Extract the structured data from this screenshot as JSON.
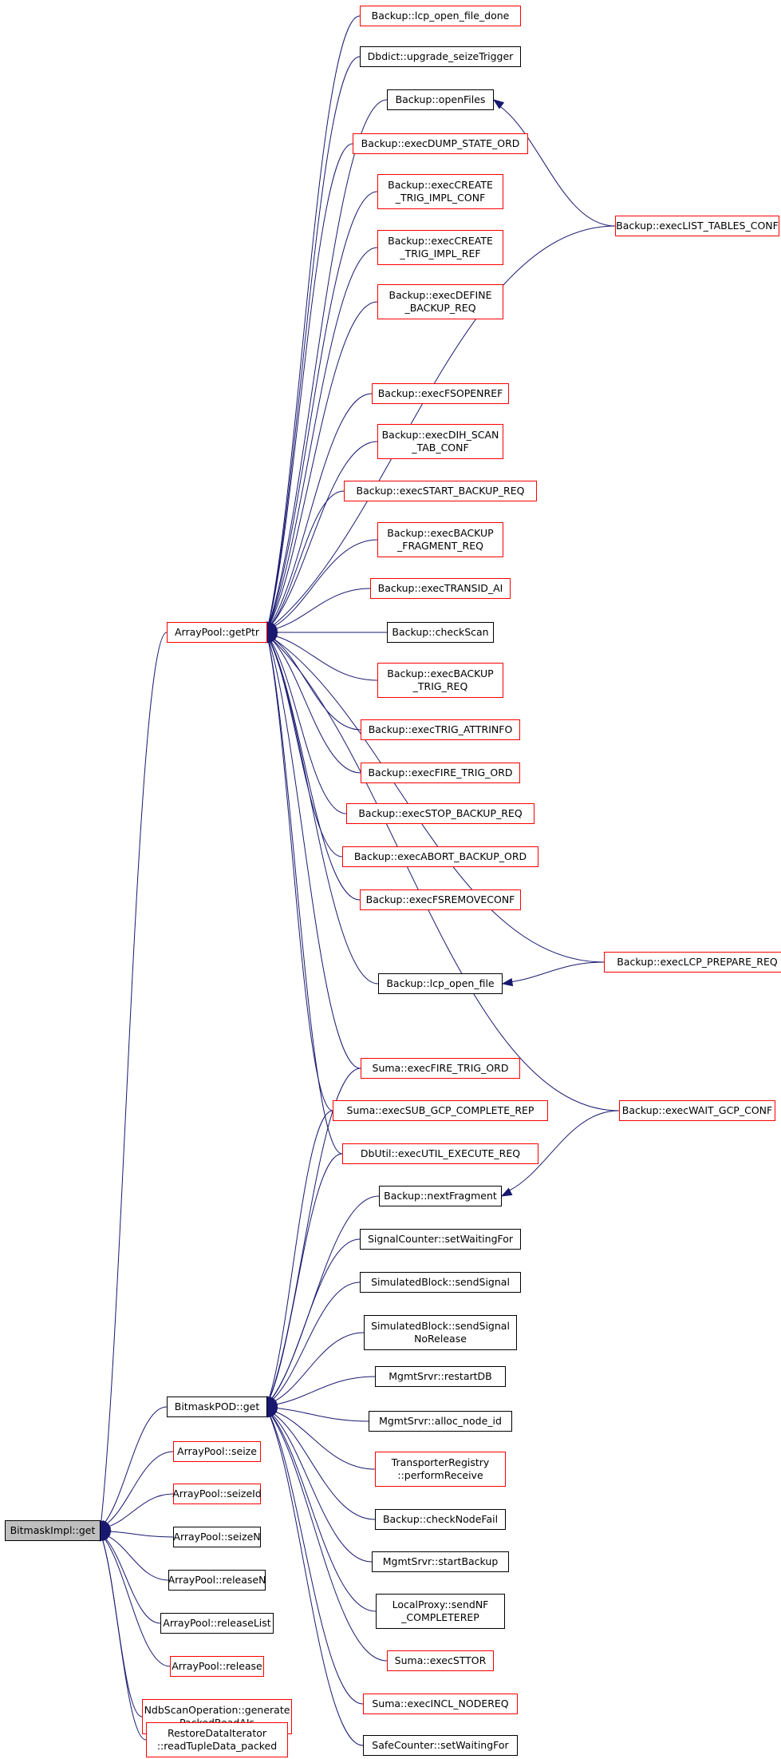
{
  "graph": {
    "edge_color": "#191970",
    "highlight_border": "#ff0000",
    "normal_border": "#000000",
    "root_fill": "#bfbfbf",
    "nodes": [
      {
        "id": "root",
        "label": "BitmaskImpl::get",
        "style": "root"
      },
      {
        "id": "getPtr",
        "label": "ArrayPool::getPtr",
        "style": "red"
      },
      {
        "id": "bpodGet",
        "label": "BitmaskPOD::get",
        "style": "black"
      },
      {
        "id": "lcpOpenFileDone",
        "label": "Backup::lcp_open_file_done",
        "style": "red"
      },
      {
        "id": "dbdictUpgrade",
        "label": "Dbdict::upgrade_seizeTrigger",
        "style": "black"
      },
      {
        "id": "openFiles",
        "label": "Backup::openFiles",
        "style": "black"
      },
      {
        "id": "dumpState",
        "label": "Backup::execDUMP_STATE_ORD",
        "style": "red"
      },
      {
        "id": "createTrigConf",
        "label": "Backup::execCREATE\n_TRIG_IMPL_CONF",
        "style": "red"
      },
      {
        "id": "createTrigRef",
        "label": "Backup::execCREATE\n_TRIG_IMPL_REF",
        "style": "red"
      },
      {
        "id": "defineBackup",
        "label": "Backup::execDEFINE\n_BACKUP_REQ",
        "style": "red"
      },
      {
        "id": "fsOpenRef",
        "label": "Backup::execFSOPENREF",
        "style": "red"
      },
      {
        "id": "dihScan",
        "label": "Backup::execDIH_SCAN\n_TAB_CONF",
        "style": "red"
      },
      {
        "id": "startBackup",
        "label": "Backup::execSTART_BACKUP_REQ",
        "style": "red"
      },
      {
        "id": "backupFrag",
        "label": "Backup::execBACKUP\n_FRAGMENT_REQ",
        "style": "red"
      },
      {
        "id": "transidAi",
        "label": "Backup::execTRANSID_AI",
        "style": "red"
      },
      {
        "id": "checkScan",
        "label": "Backup::checkScan",
        "style": "black"
      },
      {
        "id": "backupTrig",
        "label": "Backup::execBACKUP\n_TRIG_REQ",
        "style": "red"
      },
      {
        "id": "trigAttr",
        "label": "Backup::execTRIG_ATTRINFO",
        "style": "red"
      },
      {
        "id": "fireTrig",
        "label": "Backup::execFIRE_TRIG_ORD",
        "style": "red"
      },
      {
        "id": "stopBackup",
        "label": "Backup::execSTOP_BACKUP_REQ",
        "style": "red"
      },
      {
        "id": "abortBackup",
        "label": "Backup::execABORT_BACKUP_ORD",
        "style": "red"
      },
      {
        "id": "fsRemove",
        "label": "Backup::execFSREMOVECONF",
        "style": "red"
      },
      {
        "id": "lcpOpenFile",
        "label": "Backup::lcp_open_file",
        "style": "black"
      },
      {
        "id": "sumaFire",
        "label": "Suma::execFIRE_TRIG_ORD",
        "style": "red"
      },
      {
        "id": "sumaSubGcp",
        "label": "Suma::execSUB_GCP_COMPLETE_REP",
        "style": "red"
      },
      {
        "id": "dbutil",
        "label": "DbUtil::execUTIL_EXECUTE_REQ",
        "style": "red"
      },
      {
        "id": "nextFrag",
        "label": "Backup::nextFragment",
        "style": "black"
      },
      {
        "id": "sigCounter",
        "label": "SignalCounter::setWaitingFor",
        "style": "black"
      },
      {
        "id": "sendSignal",
        "label": "SimulatedBlock::sendSignal",
        "style": "black"
      },
      {
        "id": "sendSignalNR",
        "label": "SimulatedBlock::sendSignal\nNoRelease",
        "style": "black"
      },
      {
        "id": "restartDb",
        "label": "MgmtSrvr::restartDB",
        "style": "black"
      },
      {
        "id": "allocNode",
        "label": "MgmtSrvr::alloc_node_id",
        "style": "black"
      },
      {
        "id": "transReg",
        "label": "TransporterRegistry\n::performReceive",
        "style": "red"
      },
      {
        "id": "checkNodeFail",
        "label": "Backup::checkNodeFail",
        "style": "black"
      },
      {
        "id": "mgmStartBackup",
        "label": "MgmtSrvr::startBackup",
        "style": "black"
      },
      {
        "id": "localProxy",
        "label": "LocalProxy::sendNF\n_COMPLETEREP",
        "style": "black"
      },
      {
        "id": "sumaSttor",
        "label": "Suma::execSTTOR",
        "style": "red"
      },
      {
        "id": "sumaIncl",
        "label": "Suma::execINCL_NODEREQ",
        "style": "red"
      },
      {
        "id": "safeCounter",
        "label": "SafeCounter::setWaitingFor",
        "style": "black"
      },
      {
        "id": "listTables",
        "label": "Backup::execLIST_TABLES_CONF",
        "style": "red"
      },
      {
        "id": "lcpPrepare",
        "label": "Backup::execLCP_PREPARE_REQ",
        "style": "red"
      },
      {
        "id": "waitGcp",
        "label": "Backup::execWAIT_GCP_CONF",
        "style": "red"
      },
      {
        "id": "seize",
        "label": "ArrayPool::seize",
        "style": "red"
      },
      {
        "id": "seizeId",
        "label": "ArrayPool::seizeId",
        "style": "red"
      },
      {
        "id": "seizeN",
        "label": "ArrayPool::seizeN",
        "style": "black"
      },
      {
        "id": "releaseN",
        "label": "ArrayPool::releaseN",
        "style": "black"
      },
      {
        "id": "releaseList",
        "label": "ArrayPool::releaseList",
        "style": "black"
      },
      {
        "id": "release",
        "label": "ArrayPool::release",
        "style": "red"
      },
      {
        "id": "ndbScan",
        "label": "NdbScanOperation::generate\nPackedReadAIs",
        "style": "red"
      },
      {
        "id": "restoreData",
        "label": "RestoreDataIterator\n::readTupleData_packed",
        "style": "red"
      }
    ],
    "edges": [
      {
        "from": "getPtr",
        "to": "root"
      },
      {
        "from": "bpodGet",
        "to": "root"
      },
      {
        "from": "seize",
        "to": "root"
      },
      {
        "from": "seizeId",
        "to": "root"
      },
      {
        "from": "seizeN",
        "to": "root"
      },
      {
        "from": "releaseN",
        "to": "root"
      },
      {
        "from": "releaseList",
        "to": "root"
      },
      {
        "from": "release",
        "to": "root"
      },
      {
        "from": "ndbScan",
        "to": "root"
      },
      {
        "from": "restoreData",
        "to": "root"
      },
      {
        "from": "lcpOpenFileDone",
        "to": "getPtr"
      },
      {
        "from": "dbdictUpgrade",
        "to": "getPtr"
      },
      {
        "from": "openFiles",
        "to": "getPtr"
      },
      {
        "from": "dumpState",
        "to": "getPtr"
      },
      {
        "from": "createTrigConf",
        "to": "getPtr"
      },
      {
        "from": "createTrigRef",
        "to": "getPtr"
      },
      {
        "from": "defineBackup",
        "to": "getPtr"
      },
      {
        "from": "listTables",
        "to": "getPtr"
      },
      {
        "from": "fsOpenRef",
        "to": "getPtr"
      },
      {
        "from": "dihScan",
        "to": "getPtr"
      },
      {
        "from": "startBackup",
        "to": "getPtr"
      },
      {
        "from": "backupFrag",
        "to": "getPtr"
      },
      {
        "from": "transidAi",
        "to": "getPtr"
      },
      {
        "from": "checkScan",
        "to": "getPtr"
      },
      {
        "from": "backupTrig",
        "to": "getPtr"
      },
      {
        "from": "trigAttr",
        "to": "getPtr"
      },
      {
        "from": "fireTrig",
        "to": "getPtr"
      },
      {
        "from": "stopBackup",
        "to": "getPtr"
      },
      {
        "from": "abortBackup",
        "to": "getPtr"
      },
      {
        "from": "fsRemove",
        "to": "getPtr"
      },
      {
        "from": "lcpPrepare",
        "to": "getPtr"
      },
      {
        "from": "lcpOpenFile",
        "to": "getPtr"
      },
      {
        "from": "waitGcp",
        "to": "getPtr"
      },
      {
        "from": "sumaFire",
        "to": "getPtr"
      },
      {
        "from": "sumaSubGcp",
        "to": "getPtr"
      },
      {
        "from": "dbutil",
        "to": "getPtr"
      },
      {
        "from": "listTables",
        "to": "openFiles"
      },
      {
        "from": "lcpPrepare",
        "to": "lcpOpenFile"
      },
      {
        "from": "waitGcp",
        "to": "nextFrag"
      },
      {
        "from": "sumaFire",
        "to": "bpodGet"
      },
      {
        "from": "sumaSubGcp",
        "to": "bpodGet"
      },
      {
        "from": "dbutil",
        "to": "bpodGet"
      },
      {
        "from": "nextFrag",
        "to": "bpodGet"
      },
      {
        "from": "sigCounter",
        "to": "bpodGet"
      },
      {
        "from": "sendSignal",
        "to": "bpodGet"
      },
      {
        "from": "sendSignalNR",
        "to": "bpodGet"
      },
      {
        "from": "restartDb",
        "to": "bpodGet"
      },
      {
        "from": "allocNode",
        "to": "bpodGet"
      },
      {
        "from": "transReg",
        "to": "bpodGet"
      },
      {
        "from": "checkNodeFail",
        "to": "bpodGet"
      },
      {
        "from": "mgmStartBackup",
        "to": "bpodGet"
      },
      {
        "from": "localProxy",
        "to": "bpodGet"
      },
      {
        "from": "sumaSttor",
        "to": "bpodGet"
      },
      {
        "from": "sumaIncl",
        "to": "bpodGet"
      },
      {
        "from": "safeCounter",
        "to": "bpodGet"
      }
    ]
  }
}
